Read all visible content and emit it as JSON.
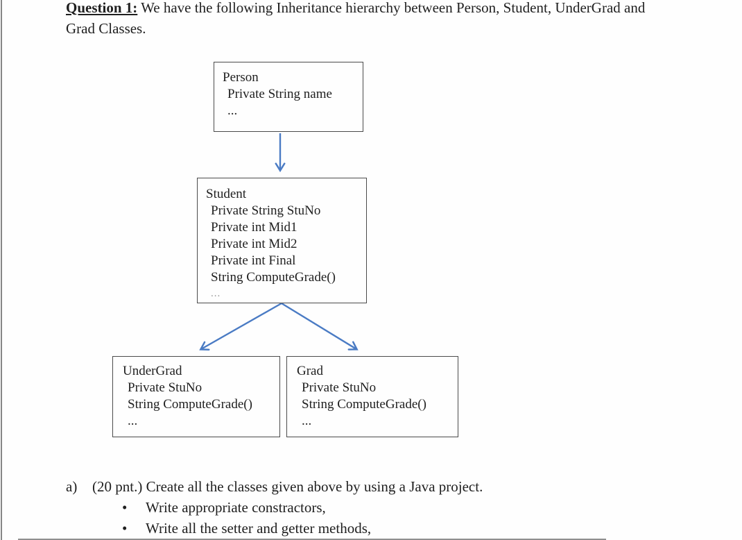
{
  "header": {
    "label": "Question 1:",
    "text": " We have the following Inheritance hierarchy between Person, Student, UnderGrad and Grad Classes."
  },
  "diagram": {
    "arrow_color": "#4a7bc4",
    "box_border_color": "#4a4a4a",
    "person": {
      "title": "Person",
      "lines": [
        "Private String name"
      ],
      "ellipsis": "..."
    },
    "student": {
      "title": "Student",
      "lines": [
        "Private String StuNo",
        "Private int Mid1",
        "Private int Mid2",
        "Private int Final",
        "String ComputeGrade()"
      ],
      "ellipsis": "..."
    },
    "undergrad": {
      "title": "UnderGrad",
      "lines": [
        "Private StuNo",
        "String ComputeGrade()"
      ],
      "ellipsis": "..."
    },
    "grad": {
      "title": "Grad",
      "lines": [
        "Private StuNo",
        "String ComputeGrade()"
      ],
      "ellipsis": "..."
    }
  },
  "question_a": {
    "marker": "a)",
    "text": "(20 pnt.) Create all the classes given above by using a Java project.",
    "bullet_glyph": "•",
    "bullets": [
      "Write appropriate constractors,",
      "Write all the setter and getter methods,"
    ]
  }
}
